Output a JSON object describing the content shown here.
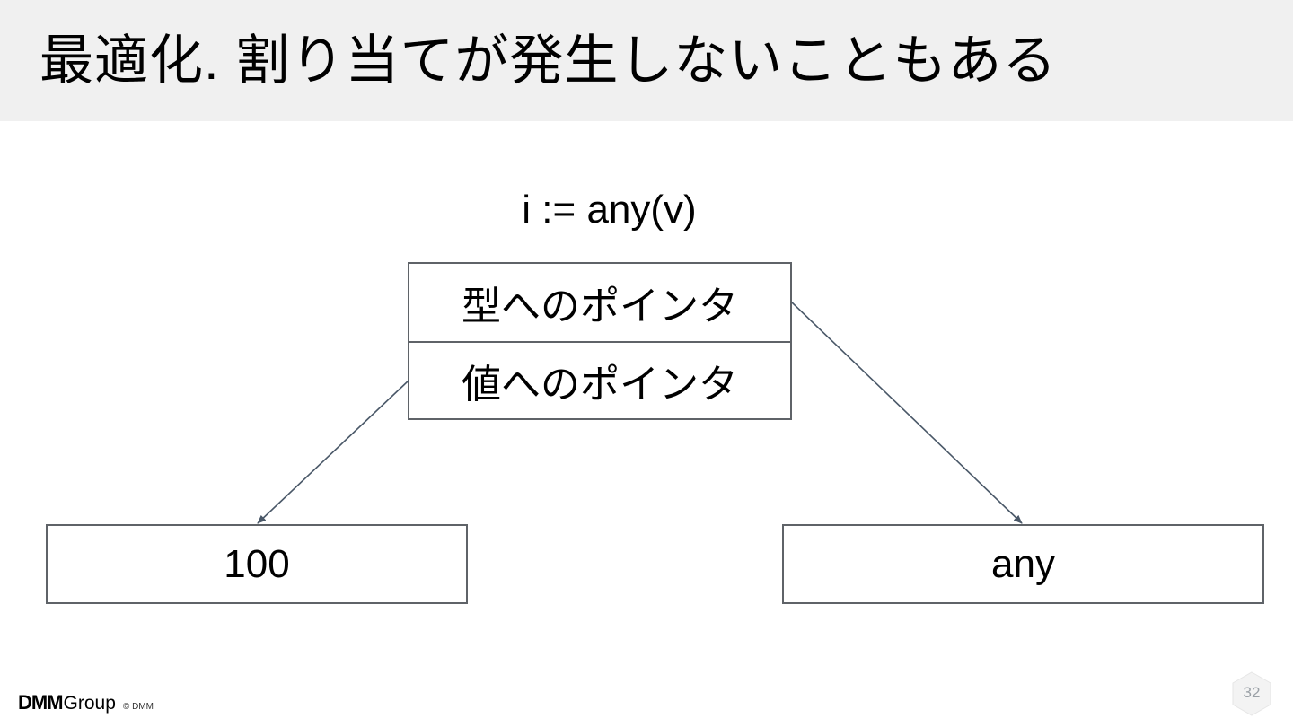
{
  "slide": {
    "title": "最適化. 割り当てが発生しないこともある",
    "page_number": "32"
  },
  "diagram": {
    "expression": "i := any(v)",
    "interface_fields": [
      {
        "label": "型へのポインタ"
      },
      {
        "label": "値へのポインタ"
      }
    ],
    "value_box": {
      "label": "100"
    },
    "type_box": {
      "label": "any"
    },
    "colors": {
      "box_border": "#5f6368",
      "arrow": "#4a5868",
      "title_bar_bg": "#f0f0f0"
    }
  },
  "footer": {
    "logo_dmm": "DMM",
    "logo_group": "Group",
    "copyright": "© DMM"
  }
}
